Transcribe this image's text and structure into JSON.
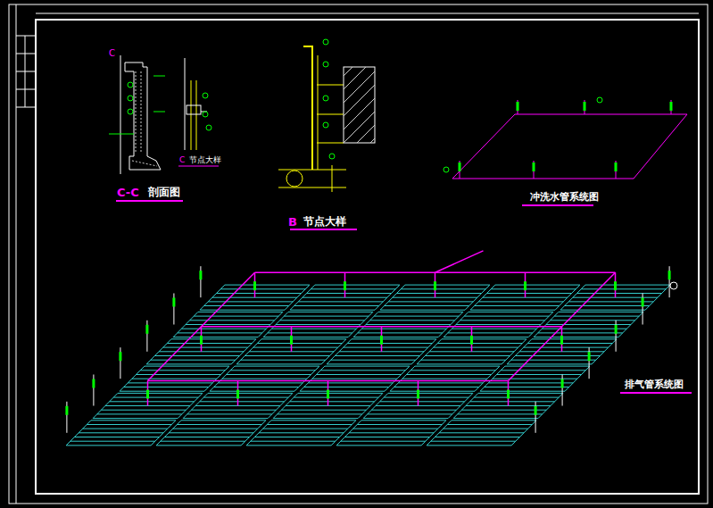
{
  "diagram": {
    "labels": [
      "C",
      "C-C",
      "剖面图",
      "C",
      "节点大样",
      "B",
      "节点大样",
      "冲洗水管系统图",
      "排气管系统图"
    ]
  }
}
